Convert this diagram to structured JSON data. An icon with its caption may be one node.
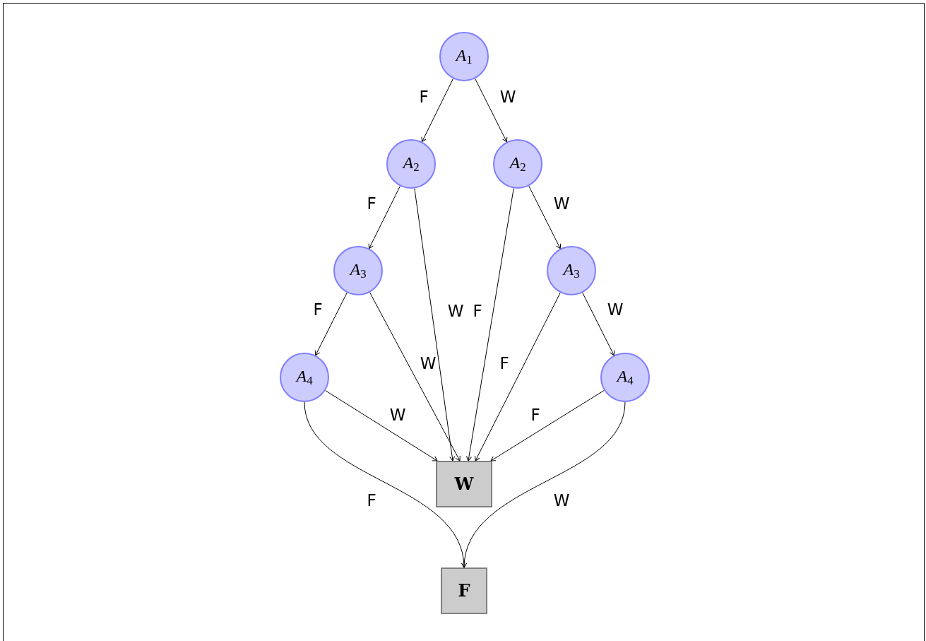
{
  "diagram": {
    "nodes": [
      {
        "text": [
          "*A*$_{1}$"
        ]
      },
      {
        "text": [
          "*A*$_{2}$"
        ]
      },
      {
        "text": [
          "*A*$_{2}$"
        ]
      },
      {
        "text": [
          "*A*$_{3}$"
        ]
      },
      {
        "text": [
          "*A*$_{3}$"
        ]
      },
      {
        "text": [
          "*A*$_{4}$"
        ]
      },
      {
        "text": [
          "*A*$_{4}$"
        ]
      },
      {
        "text": [
          "W"
        ]
      },
      {
        "text": [
          "F"
        ]
      }
    ],
    "edges": [
      {
        "from": 0,
        "to": 1,
        "arrow": "to",
        "label": "F"
      },
      {
        "from": 0,
        "to": 2,
        "arrow": "to",
        "label": "W"
      },
      {
        "from": 1,
        "to": 3,
        "arrow": "to",
        "label": "F"
      },
      {
        "from": 1,
        "to": 7,
        "arrow": "to",
        "label": "W"
      },
      {
        "from": 2,
        "to": 7,
        "arrow": "to",
        "label": "F"
      },
      {
        "from": 2,
        "to": 4,
        "arrow": "to",
        "label": "W"
      },
      {
        "from": 3,
        "to": 5,
        "arrow": "to",
        "label": "F"
      },
      {
        "from": 3,
        "to": 7,
        "arrow": "to",
        "label": "W"
      },
      {
        "from": 4,
        "to": 7,
        "arrow": "to",
        "label": "F"
      },
      {
        "from": 4,
        "to": 6,
        "arrow": "to",
        "label": "W"
      },
      {
        "from": 5,
        "to": 7,
        "arrow": "to",
        "label": "W"
      },
      {
        "from": 5,
        "to": 8,
        "arrow": "to",
        "label": "F"
      },
      {
        "from": 6,
        "to": 7,
        "arrow": "to",
        "label": "F"
      },
      {
        "from": 6,
        "to": 8,
        "arrow": "to",
        "label": "W"
      }
    ]
  }
}
